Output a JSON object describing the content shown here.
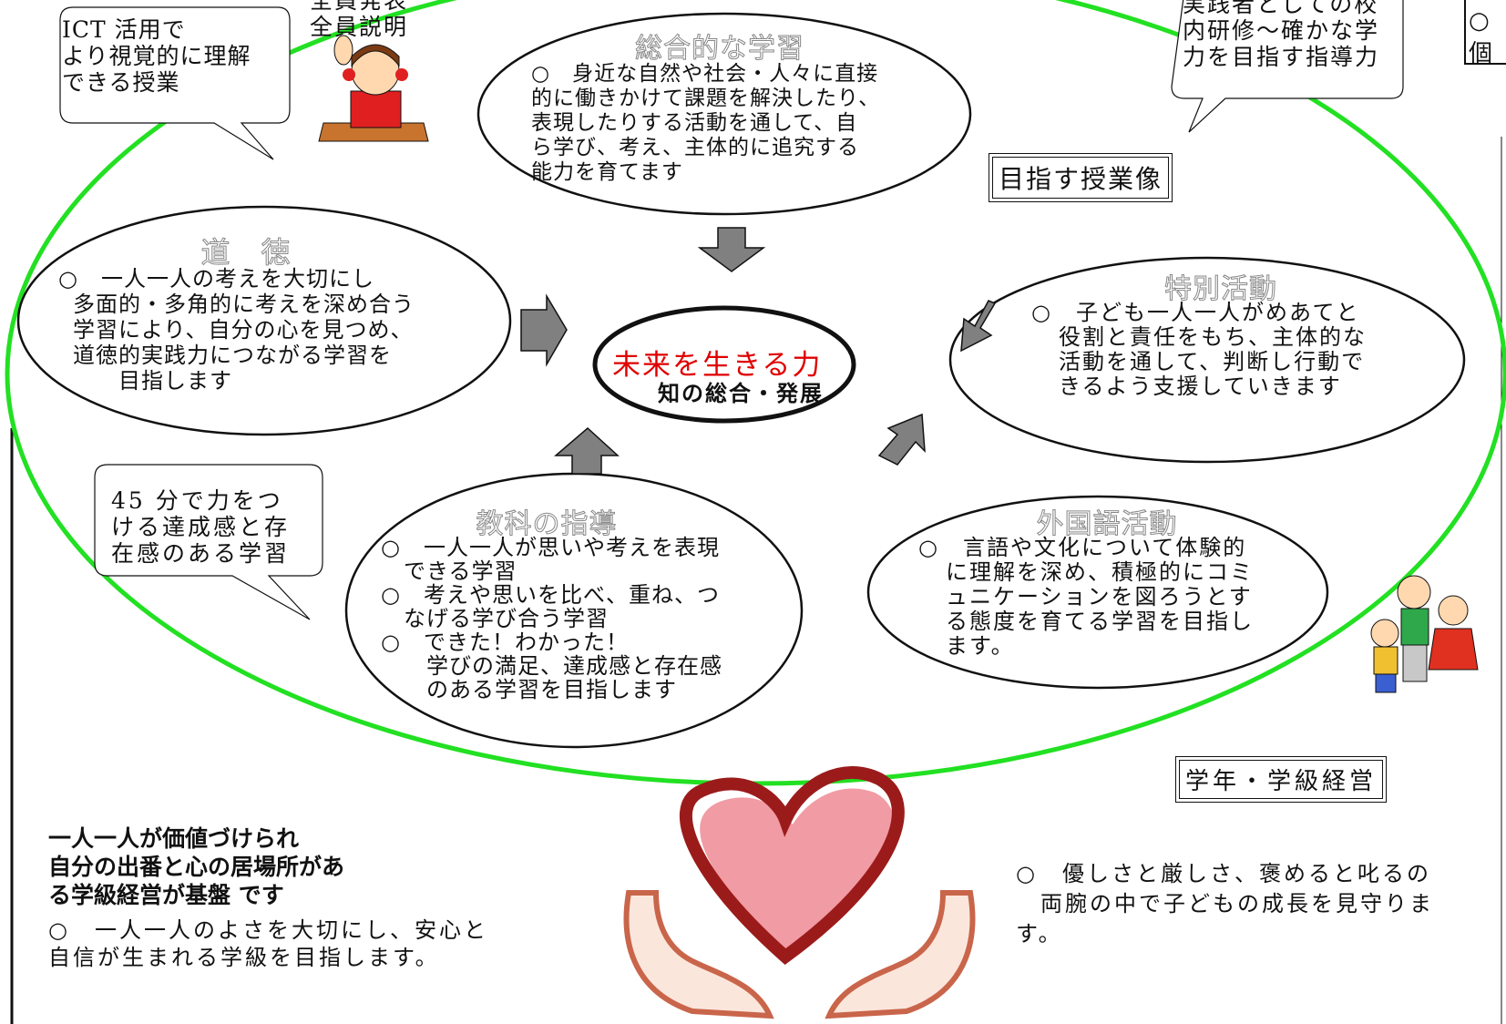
{
  "colors": {
    "ring": "#22e022",
    "center_title": "#e00000",
    "arrow_fill": "#808080",
    "heart_dark": "#9b1b1b",
    "heart_light": "#f0909a",
    "hands": "#c9654a"
  },
  "ict_bubble": [
    "ICT 活用で",
    "より視覚的に理解",
    "できる授業"
  ],
  "top_caption": [
    "全員発表",
    "全員説明"
  ],
  "teacher_bubble": [
    "実践者としての校",
    "内研修～確かな学",
    "力を目指す指導力"
  ],
  "corner_box_text": "○個",
  "goal_label": "目指す授業像",
  "center": {
    "title": "未来を生きる力",
    "subtitle": "知の総合・発展"
  },
  "sogo": {
    "title": "総合的な学習",
    "lines": [
      "○　身近な自然や社会・人々に直接",
      "的に働きかけて課題を解決したり、",
      "表現したりする活動を通して、自",
      "ら学び、考え、主体的に追究する",
      "能力を育てます"
    ]
  },
  "dotoku": {
    "title": "道　徳",
    "lines": [
      "○　一人一人の考えを大切にし",
      "多面的・多角的に考えを深め合う",
      "学習により、自分の心を見つめ、",
      "道徳的実践力につながる学習を",
      "　　目指します"
    ]
  },
  "tokubetsu": {
    "title": "特別活動",
    "lines": [
      "○　子ども一人一人がめあてと",
      "役割と責任をもち、主体的な",
      "活動を通して、判断し行動で",
      "きるよう支援していきます"
    ]
  },
  "kyoka": {
    "title": "教科の指導",
    "lines": [
      "○　一人一人が思いや考えを表現",
      "　できる学習",
      "○　考えや思いを比べ、重ね、つ",
      "　なげる学び合う学習",
      "○　できた！わかった！",
      "　　学びの満足、達成感と存在感",
      "　　のある学習を目指します"
    ]
  },
  "gaikokugo": {
    "title": "外国語活動",
    "lines": [
      "○　言語や文化について体験的",
      "に理解を深め、積極的にコミ",
      "ュニケーションを図ろうとす",
      "る態度を育てる学習を目指し",
      "ます。"
    ]
  },
  "bubble_45": [
    "45 分で力をつ",
    "ける達成感と存",
    "在感のある学習"
  ],
  "gakunen_label": "学年・学級経営",
  "bottom_left": {
    "bold_lines": [
      "一人一人が価値づけられ",
      "自分の出番と心の居場所があ",
      "る学級経営が基盤 です"
    ],
    "lines": [
      "○　一人一人のよさを大切にし、安心と",
      " 自信が生まれる学級を目指します。"
    ]
  },
  "bottom_right": [
    "○　優しさと厳しさ、褒めると叱るの",
    "　両腕の中で子どもの成長を見守りま",
    "す。"
  ]
}
